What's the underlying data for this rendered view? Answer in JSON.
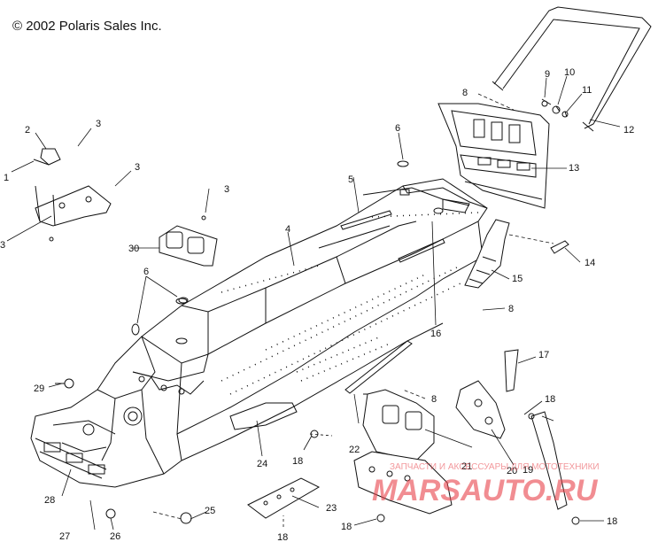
{
  "copyright": "© 2002 Polaris Sales Inc.",
  "watermark": {
    "text": "ЗАПЧАСТИ И АКСЕССУАРЫ ДЛЯ МОТОТЕХНИКИ",
    "logo": "MARSAUTO.RU",
    "color": "#e8434a"
  },
  "callouts": {
    "c1": "1",
    "c2": "2",
    "c3a": "3",
    "c3b": "3",
    "c3c": "3",
    "c3d": "3",
    "c4": "4",
    "c5": "5",
    "c6a": "6",
    "c6b": "6",
    "c8a": "8",
    "c8b": "8",
    "c8c": "8",
    "c9": "9",
    "c10": "10",
    "c11": "11",
    "c12": "12",
    "c13": "13",
    "c14": "14",
    "c15": "15",
    "c16": "16",
    "c17": "17",
    "c18a": "18",
    "c18b": "18",
    "c18c": "18",
    "c18d": "18",
    "c18e": "18",
    "c19": "19",
    "c20": "20",
    "c21": "21",
    "c22": "22",
    "c23": "23",
    "c24": "24",
    "c25": "25",
    "c26": "26",
    "c27": "27",
    "c28": "28",
    "c29": "29",
    "c30": "30"
  },
  "colors": {
    "line": "#111111",
    "background": "#ffffff"
  }
}
